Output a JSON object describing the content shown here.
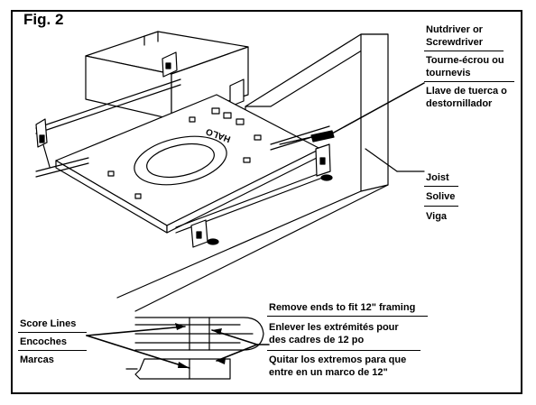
{
  "figure": {
    "title": "Fig. 2"
  },
  "tool_labels": {
    "en_line1": "Nutdriver or",
    "en_line2": "Screwdriver",
    "fr_line1": "Tourne-écrou ou",
    "fr_line2": "tournevis",
    "es_line1": "Llave de tuerca o",
    "es_line2": "destornillador"
  },
  "joist_labels": {
    "en": "Joist",
    "fr": "Solive",
    "es": "Viga"
  },
  "product_mark": "HALO",
  "score_labels": {
    "en": "Score Lines",
    "fr": "Encoches",
    "es": "Marcas"
  },
  "remove_labels": {
    "en": "Remove ends to fit 12\" framing",
    "fr_line1": "Enlever les extrémités pour",
    "fr_line2": "des cadres de 12 po",
    "es_line1": "Quitar los extremos para que",
    "es_line2": "entre en un marco de 12\""
  }
}
